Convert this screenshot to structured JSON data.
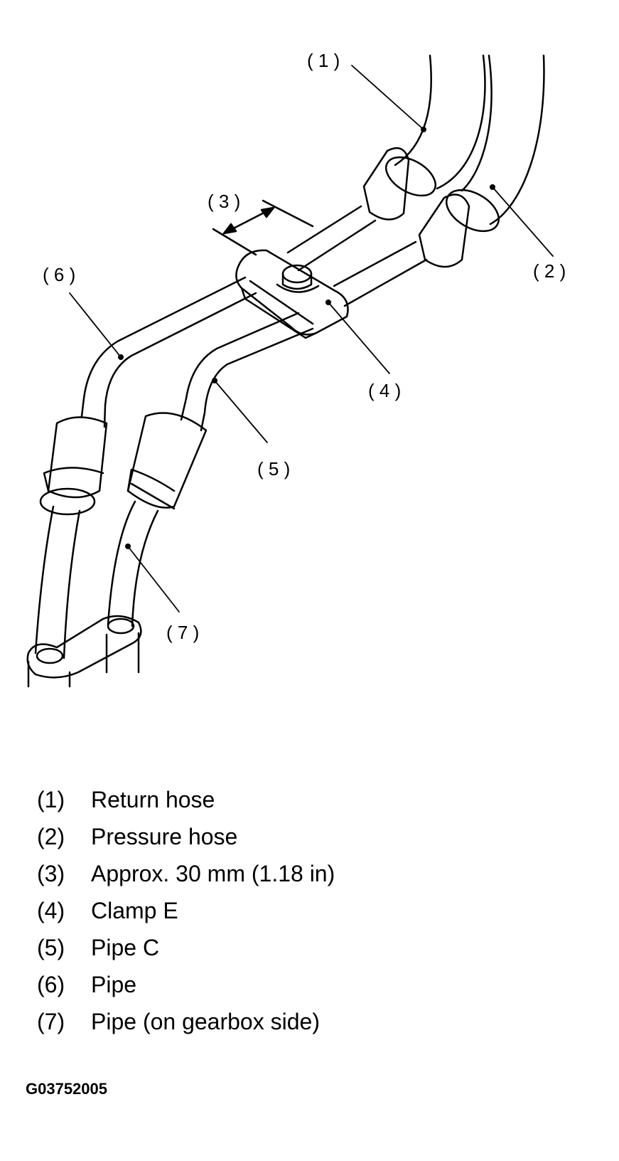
{
  "callouts": {
    "c1": "( 1 )",
    "c2": "( 2 )",
    "c3": "( 3 )",
    "c4": "( 4 )",
    "c5": "( 5 )",
    "c6": "( 6 )",
    "c7": "( 7 )"
  },
  "legend": [
    {
      "num": "(1)",
      "text": "Return hose"
    },
    {
      "num": "(2)",
      "text": "Pressure hose"
    },
    {
      "num": "(3)",
      "text": "Approx. 30 mm (1.18 in)"
    },
    {
      "num": "(4)",
      "text": "Clamp E"
    },
    {
      "num": "(5)",
      "text": "Pipe C"
    },
    {
      "num": "(6)",
      "text": "Pipe"
    },
    {
      "num": "(7)",
      "text": "Pipe (on gearbox side)"
    }
  ],
  "figure_id": "G03752005"
}
